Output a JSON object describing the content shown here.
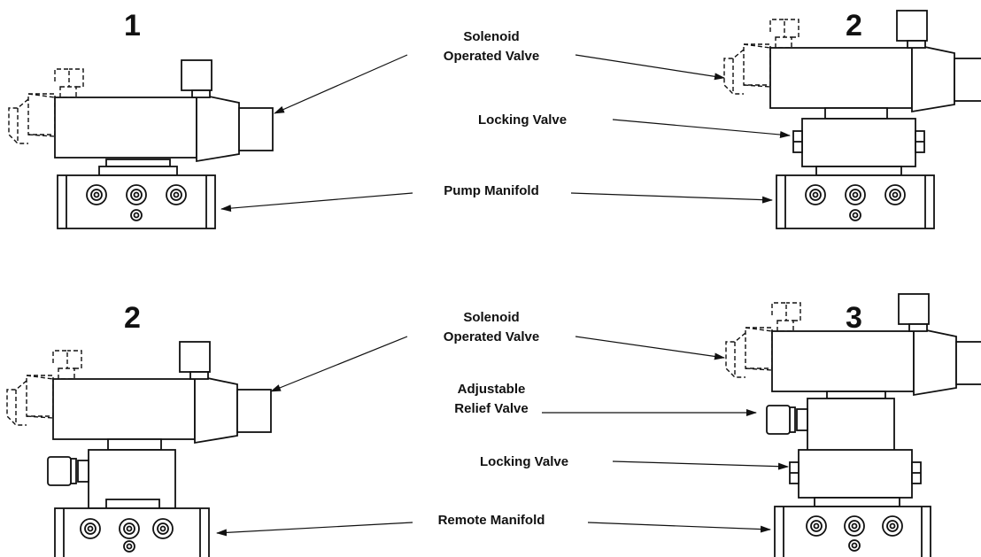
{
  "figure": {
    "numbers": {
      "top_left": "1",
      "top_right": "2",
      "bottom_left": "2",
      "bottom_right": "3"
    },
    "labels": {
      "solenoid_top_l1": "Solenoid",
      "solenoid_top_l2": "Operated Valve",
      "locking_top": "Locking Valve",
      "pump_manifold": "Pump Manifold",
      "solenoid_bottom_l1": "Solenoid",
      "solenoid_bottom_l2": "Operated Valve",
      "relief_l1": "Adjustable",
      "relief_l2": "Relief Valve",
      "locking_bottom": "Locking Valve",
      "remote_manifold": "Remote Manifold"
    }
  }
}
